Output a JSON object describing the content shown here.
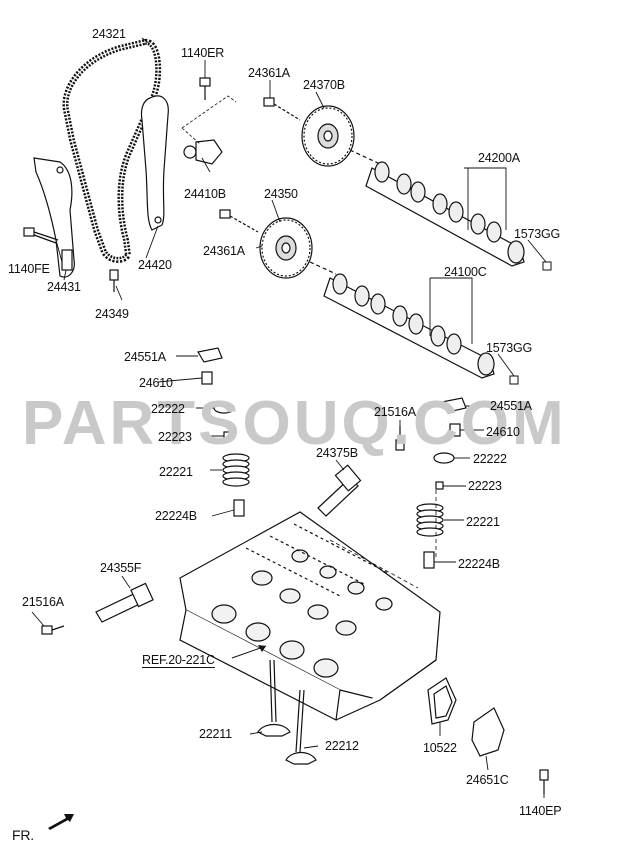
{
  "watermark": "PARTSOUQ.COM",
  "orientation_label": "FR.",
  "reference_label": "REF.20-221C",
  "parts": {
    "p24321": "24321",
    "p1140ER": "1140ER",
    "p24361A_top": "24361A",
    "p24370B": "24370B",
    "p24200A": "24200A",
    "p1573GG_top": "1573GG",
    "p24410B": "24410B",
    "p24350": "24350",
    "p24361A_mid": "24361A",
    "p24100C": "24100C",
    "p1573GG_mid": "1573GG",
    "p1140FE": "1140FE",
    "p24420": "24420",
    "p24431": "24431",
    "p24349": "24349",
    "p24551A_left": "24551A",
    "p24610_left": "24610",
    "p22222_left": "22222",
    "p22223_left": "22223",
    "p21516A_right": "21516A",
    "p24551A_right": "24551A",
    "p24610_right": "24610",
    "p22222_right": "22222",
    "p24375B": "24375B",
    "p22221_left": "22221",
    "p22223_right": "22223",
    "p22224B_left": "22224B",
    "p22221_right": "22221",
    "p24355F": "24355F",
    "p22224B_right": "22224B",
    "p21516A_left": "21516A",
    "p22211": "22211",
    "p22212": "22212",
    "p10522": "10522",
    "p24651C": "24651C",
    "p1140EP": "1140EP"
  }
}
